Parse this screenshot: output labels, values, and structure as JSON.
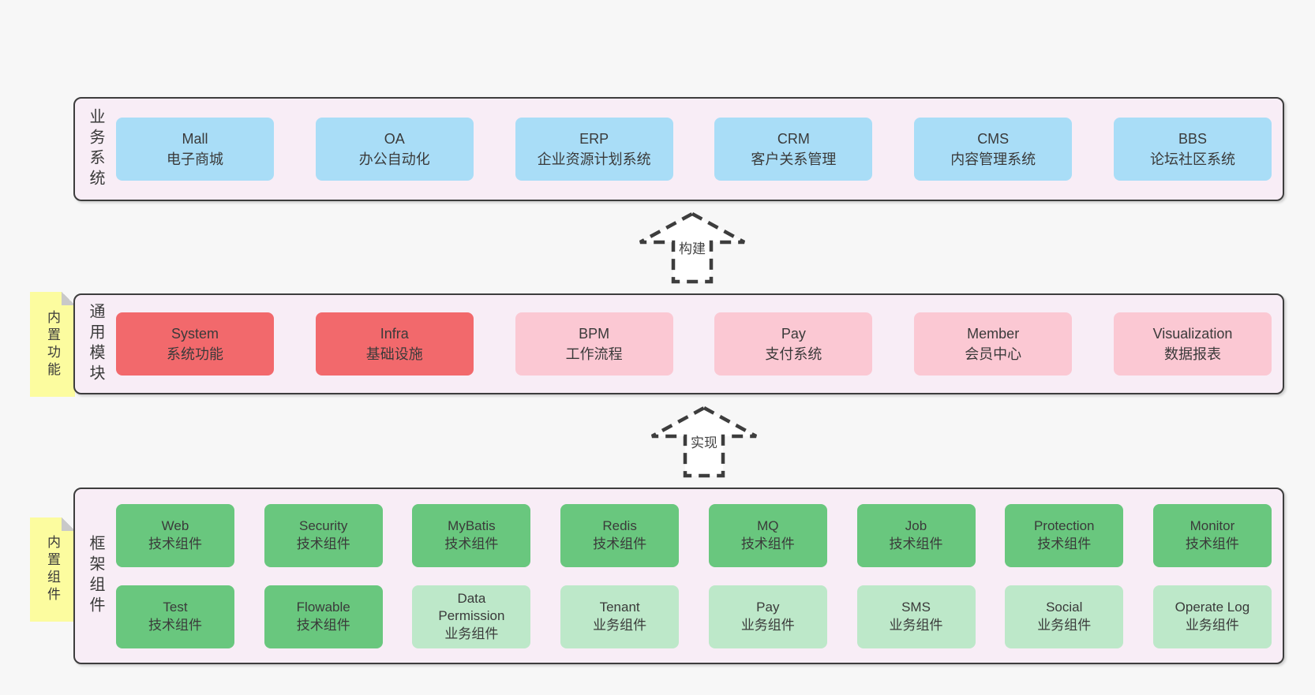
{
  "colors": {
    "page_bg": "#f7f7f7",
    "container_fill": "#f8edf6",
    "container_border": "#3d3d3d",
    "blue": "#a9ddf7",
    "red": "#f2696c",
    "pink": "#fbc8d3",
    "green": "#69c77e",
    "green_light": "#bde8c9",
    "note_yellow": "#fcfc9f",
    "note_fold": "#c9c9c9",
    "text": "#3a3a3a"
  },
  "sections": {
    "business": {
      "label": "业务系统",
      "boxes": [
        {
          "title": "Mall",
          "subtitle": "电子商城"
        },
        {
          "title": "OA",
          "subtitle": "办公自动化"
        },
        {
          "title": "ERP",
          "subtitle": "企业资源计划系统"
        },
        {
          "title": "CRM",
          "subtitle": "客户关系管理"
        },
        {
          "title": "CMS",
          "subtitle": "内容管理系统"
        },
        {
          "title": "BBS",
          "subtitle": "论坛社区系统"
        }
      ]
    },
    "modules": {
      "label": "通用模块",
      "note": "内置功能",
      "boxes": [
        {
          "title": "System",
          "subtitle": "系统功能"
        },
        {
          "title": "Infra",
          "subtitle": "基础设施"
        },
        {
          "title": "BPM",
          "subtitle": "工作流程"
        },
        {
          "title": "Pay",
          "subtitle": "支付系统"
        },
        {
          "title": "Member",
          "subtitle": "会员中心"
        },
        {
          "title": "Visualization",
          "subtitle": "数据报表"
        }
      ]
    },
    "components": {
      "label": "框架组件",
      "note": "内置组件",
      "row1": [
        {
          "title": "Web",
          "subtitle": "技术组件"
        },
        {
          "title": "Security",
          "subtitle": "技术组件"
        },
        {
          "title": "MyBatis",
          "subtitle": "技术组件"
        },
        {
          "title": "Redis",
          "subtitle": "技术组件"
        },
        {
          "title": "MQ",
          "subtitle": "技术组件"
        },
        {
          "title": "Job",
          "subtitle": "技术组件"
        },
        {
          "title": "Protection",
          "subtitle": "技术组件"
        },
        {
          "title": "Monitor",
          "subtitle": "技术组件"
        }
      ],
      "row2": [
        {
          "title": "Test",
          "subtitle": "技术组件"
        },
        {
          "title": "Flowable",
          "subtitle": "技术组件"
        },
        {
          "title": "Data Permission",
          "subtitle": "业务组件"
        },
        {
          "title": "Tenant",
          "subtitle": "业务组件"
        },
        {
          "title": "Pay",
          "subtitle": "业务组件"
        },
        {
          "title": "SMS",
          "subtitle": "业务组件"
        },
        {
          "title": "Social",
          "subtitle": "业务组件"
        },
        {
          "title": "Operate Log",
          "subtitle": "业务组件"
        }
      ]
    }
  },
  "arrows": [
    {
      "label": "构建"
    },
    {
      "label": "实现"
    }
  ]
}
